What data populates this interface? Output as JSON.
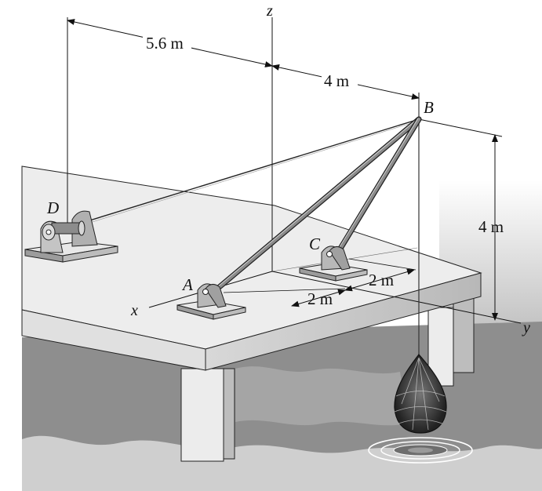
{
  "labels": {
    "z_axis": "z",
    "x_axis": "x",
    "y_axis": "y",
    "point_a": "A",
    "point_b": "B",
    "point_c": "C",
    "point_d": "D"
  },
  "dimensions": {
    "d_to_z": "5.6 m",
    "z_to_b": "4 m",
    "height_b": "4 m",
    "a_to_y": "2 m",
    "c_to_y": "2 m"
  },
  "colors": {
    "deck_top": "#ededed",
    "deck_front": "#dcdcdc",
    "deck_side": "#c9c9c9",
    "water": "#8c8c8c",
    "water_dark": "#6e6e6e",
    "strut": "#7a7a7a",
    "bracket": "#a9a9a9",
    "line": "#111111"
  }
}
